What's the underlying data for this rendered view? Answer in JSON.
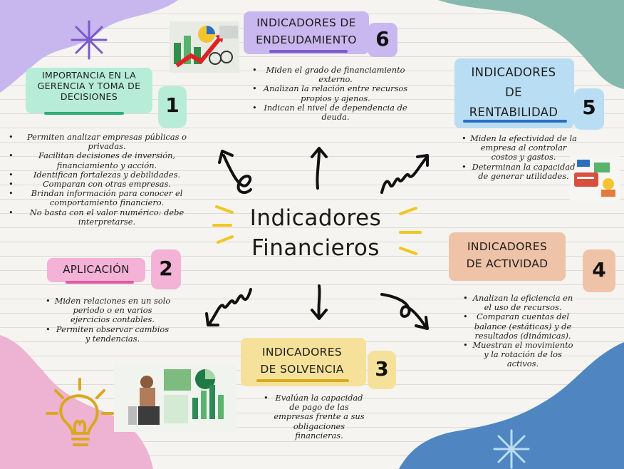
{
  "center": {
    "line1": "Indicadores",
    "line2": "Financieros"
  },
  "section1": {
    "title": "IMPORTANCIA EN LA GERENCIA Y TOMA DE DECISIONES",
    "title_lines": [
      "IMPORTANCIA EN LA",
      "GERENCIA Y TOMA DE",
      "DECISIONES"
    ],
    "number": "1",
    "bullets": [
      "Permiten analizar empresas públicas o privadas.",
      "Facilitan decisiones de inversión, financiamiento y acción.",
      "Identifican fortalezas y debilidades.",
      "Comparan con otras empresas.",
      "Brindan información para conocer el comportamiento financiero.",
      "No basta con el valor numérico: debe interpretarse."
    ]
  },
  "section2": {
    "title": "APLICACIÓN",
    "number": "2",
    "bullets": [
      "Miden relaciones en un solo periodo o en varios ejercicios contables.",
      "Permiten observar cambios y tendencias."
    ]
  },
  "section3": {
    "title_lines": [
      "INDICADORES",
      "DE SOLVENCIA"
    ],
    "number": "3",
    "bullets": [
      "Evalúan la capacidad de pago de las empresas frente a sus obligaciones financieras."
    ]
  },
  "section4": {
    "title_lines": [
      "INDICADORES",
      "DE ACTIVIDAD"
    ],
    "number": "4",
    "bullets": [
      "Analizan la eficiencia en el uso de recursos.",
      "Comparan cuentas del balance (estáticas) y de resultados (dinámicas).",
      "Muestran el movimiento y la rotación de los activos."
    ]
  },
  "section5": {
    "title_lines": [
      "INDICADORES",
      "DE",
      "RENTABILIDAD"
    ],
    "number": "5",
    "bullets": [
      "Miden la efectividad de la empresa al controlar costos y gastos.",
      "Determinan la capacidad de generar utilidades."
    ]
  },
  "section6": {
    "title_lines": [
      "INDICADORES DE",
      "ENDEUDAMIENTO"
    ],
    "number": "6",
    "bullets": [
      "Miden el grado de financiamiento externo.",
      "Analizan la relación entre recursos propios y ajenos.",
      "Indican el nivel de dependencia de deuda."
    ]
  },
  "colors": {
    "purple": "#c9b7ef",
    "mint": "#b6ecd8",
    "pink": "#f3b2d6",
    "yellow": "#f5e19a",
    "peach": "#efc3a7",
    "blue": "#b9ddf3",
    "accent_yellow": "#f2c61f",
    "accent_purple": "#7b5bc9"
  },
  "icons": [
    "sparkle-icon",
    "lightbulb-icon",
    "arrow-icon",
    "squiggle-arrow-icon",
    "finance-chart-image",
    "person-dashboard-image",
    "money-illustration-image"
  ]
}
